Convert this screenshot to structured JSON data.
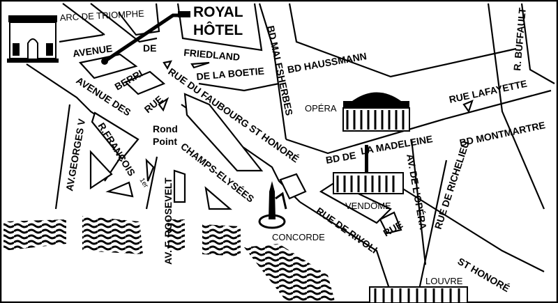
{
  "map": {
    "hotel": {
      "line1": "ROYAL",
      "line2": "HÔTEL"
    },
    "landmarks": {
      "arc": "ARC DE TRIOMPHE",
      "opera": "OPÉRA",
      "vendome": "VENDÔME",
      "concorde": "CONCORDE",
      "louvre": "LOUVRE",
      "rond_point_1": "Rond",
      "rond_point_2": "Point"
    },
    "streets": {
      "avenue": "AVENUE",
      "de": "DE",
      "friedland": "FRIEDLAND",
      "berri": "BERRI",
      "de_la_boetie": "DE LA BOETIE",
      "bd_malesherbes": "BD MALESHERBES",
      "bd_haussmann": "BD HAUSSMANN",
      "r_buffault": "R. BUFFAULT",
      "rue_lafayette": "RUE LAFAYETTE",
      "avenue_des": "AVENUE DES",
      "rue_1": "RUE",
      "faubourg": "RUE DU FAUBOURG ST HONORÉ",
      "bd_montmartre": "BD MONTMARTRE",
      "georges_v": "AV.GEORGES V",
      "r_francois": "R.FRANÇOIS",
      "r_francois_sup": "1er",
      "champs": "CHAMPS-ELYSÉES",
      "bd_de": "BD DE",
      "la_madeleine": "LA MADELEINE",
      "roosevelt": "AV. F. ROOSEVELT",
      "av_opera": "AV. DE L'OPÉRA",
      "richelieu": "RUE DE RICHELIEU",
      "rue_2": "RUE",
      "rivoli": "RUE DE RIVOLI",
      "st_honore": "ST HONORÉ"
    }
  }
}
